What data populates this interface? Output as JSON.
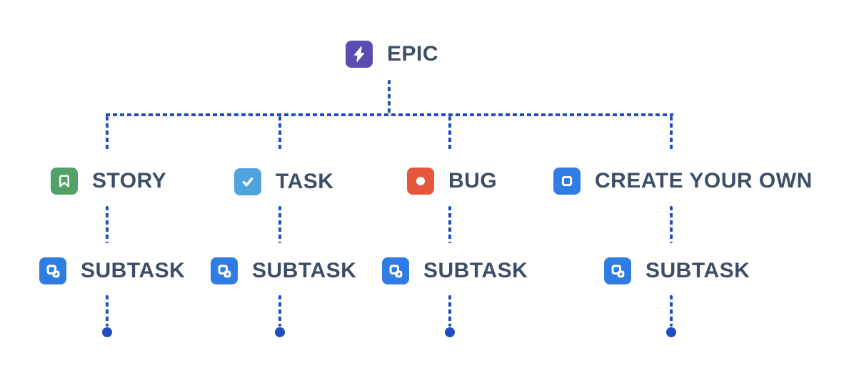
{
  "nodes": {
    "epic": {
      "label": "EPIC",
      "icon": "lightning-bolt-icon",
      "color": "#5A4DB2"
    },
    "story": {
      "label": "STORY",
      "icon": "bookmark-icon",
      "color": "#53A168"
    },
    "task": {
      "label": "TASK",
      "icon": "checkmark-icon",
      "color": "#4FA3DF"
    },
    "bug": {
      "label": "BUG",
      "icon": "circle-icon",
      "color": "#E6563A"
    },
    "create_your_own": {
      "label": "CREATE YOUR OWN",
      "icon": "square-outline-icon",
      "color": "#2F7DE3"
    },
    "subtasks": [
      {
        "label": "SUBTASK",
        "parent": "STORY"
      },
      {
        "label": "SUBTASK",
        "parent": "TASK"
      },
      {
        "label": "SUBTASK",
        "parent": "BUG"
      },
      {
        "label": "SUBTASK",
        "parent": "CREATE YOUR OWN"
      }
    ],
    "subtask_icon": "subtask-squares-icon",
    "subtask_color": "#2F7DE3"
  },
  "hierarchy": {
    "root": "EPIC",
    "children_of_root": [
      "STORY",
      "TASK",
      "BUG",
      "CREATE YOUR OWN"
    ],
    "child_of_each": "SUBTASK"
  },
  "connectors": {
    "color": "#1E4FC2",
    "line_style": "dotted",
    "terminal": "filled-dot"
  },
  "text_color": "#3E4D66",
  "background_color": "#FFFFFF"
}
